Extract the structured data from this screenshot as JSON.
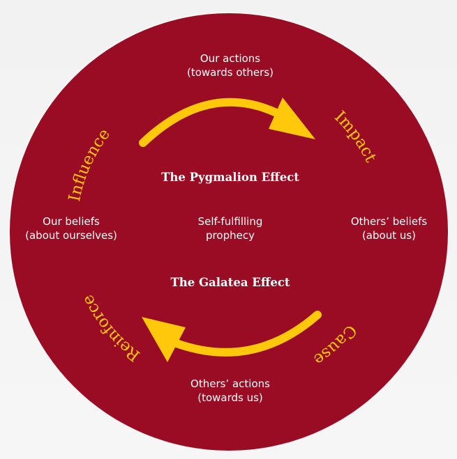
{
  "colors": {
    "background": "#f4f4f4",
    "circle": "#9a0c24",
    "arrow": "#ffc80a",
    "text": "#ffffff",
    "curve_text": "#ffc80a"
  },
  "nodes": {
    "top": {
      "line1": "Our actions",
      "line2": "(towards others)"
    },
    "right": {
      "line1": "Others’ beliefs",
      "line2": "(about us)"
    },
    "bottom": {
      "line1": "Others’ actions",
      "line2": "(towards us)"
    },
    "left": {
      "line1": "Our beliefs",
      "line2": "(about ourselves)"
    },
    "center": {
      "line1": "Self-fulfilling",
      "line2": "prophecy"
    }
  },
  "effects": {
    "pygmalion": "The Pygmalion Effect",
    "galatea": "The Galatea Effect"
  },
  "cycle": {
    "influence": "Influence",
    "impact": "Impact",
    "cause": "Cause",
    "reinforce": "Reinforce"
  }
}
